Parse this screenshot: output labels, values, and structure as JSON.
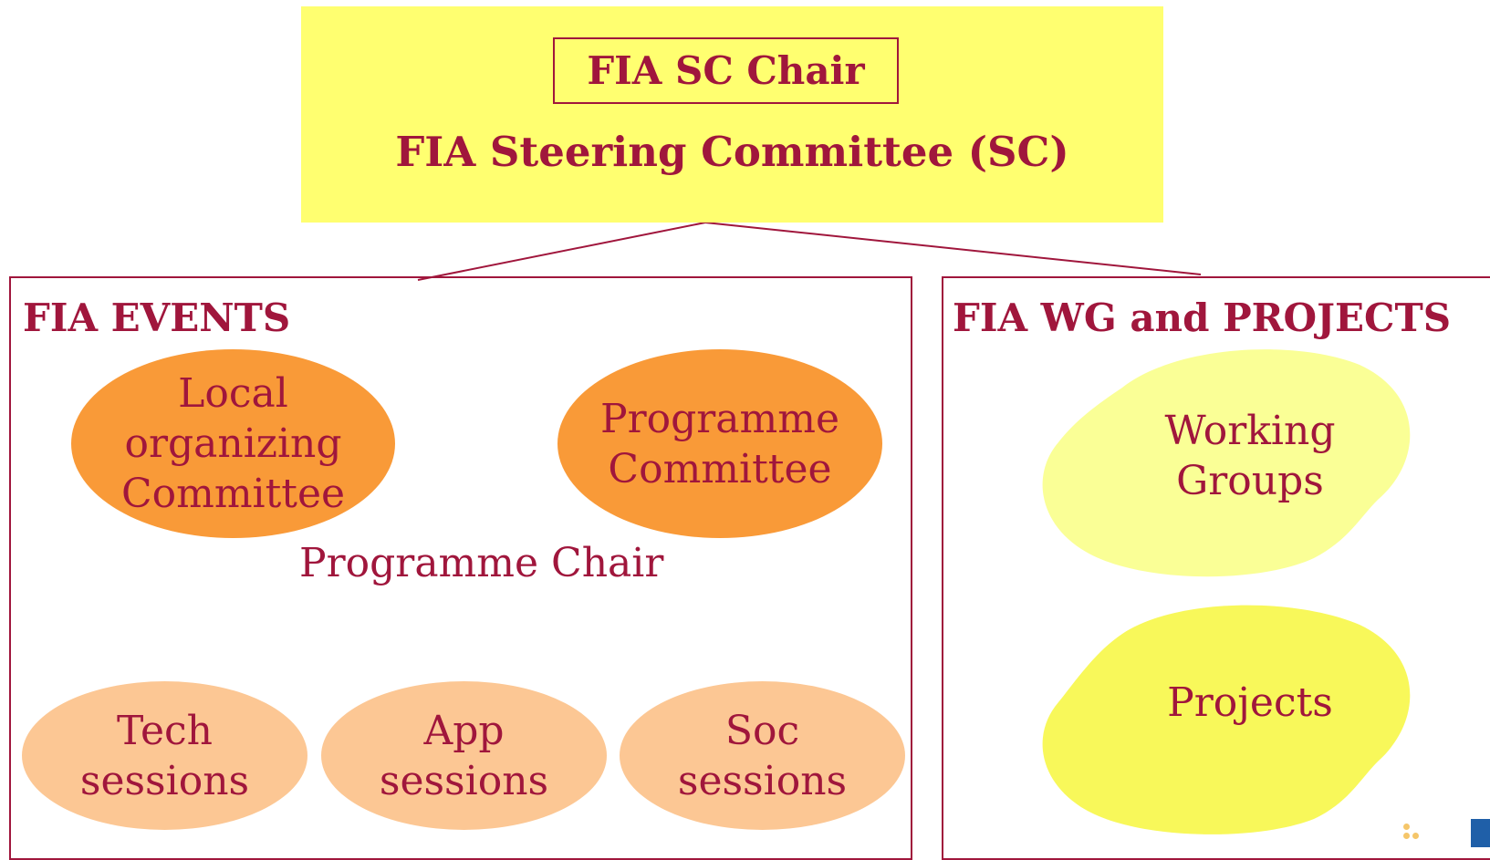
{
  "top": {
    "chair_label": "FIA SC Chair",
    "committee_title": "FIA Steering Committee (SC)"
  },
  "events": {
    "title": "FIA EVENTS",
    "local_committee": "Local\norganizing\nCommittee",
    "programme_committee": "Programme\nCommittee",
    "programme_chair": "Programme Chair",
    "sessions": [
      "Tech\nsessions",
      "App\nsessions",
      "Soc\nsessions"
    ]
  },
  "wg": {
    "title": "FIA WG and PROJECTS",
    "working_groups": "Working\nGroups",
    "projects": "Projects"
  },
  "colors": {
    "text": "#a0163c",
    "top_fill": "#ffff70",
    "orange": "#f99a38",
    "peach": "#fcc794",
    "pale_yellow": "#faff96",
    "yellow": "#f8f85a"
  }
}
